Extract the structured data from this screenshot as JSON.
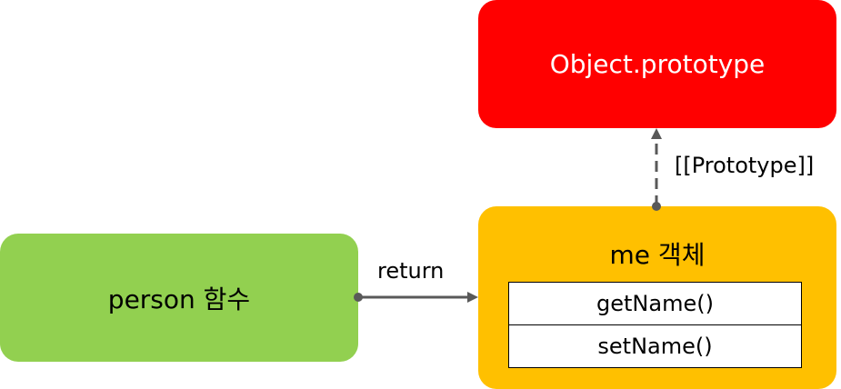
{
  "diagram": {
    "prototype_box": {
      "label": "Object.prototype",
      "color": "#ff0000"
    },
    "person_box": {
      "label": "person 함수",
      "color": "#92d050"
    },
    "me_box": {
      "title": "me 객체",
      "color": "#ffc000",
      "methods": [
        "getName()",
        "setName()"
      ]
    },
    "edges": {
      "return_label": "return",
      "prototype_link_label": "[[Prototype]]"
    },
    "connector_color": "#595959"
  }
}
